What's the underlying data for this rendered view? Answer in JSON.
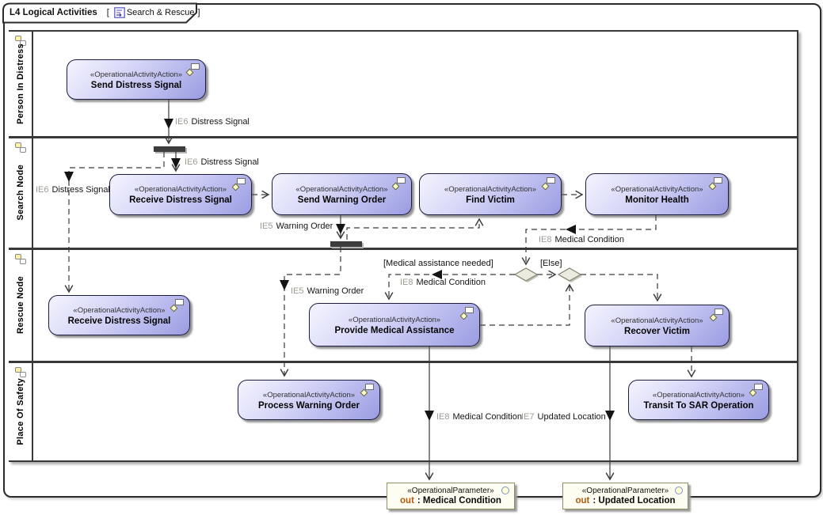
{
  "tab": {
    "title": "L4 Logical Activities",
    "open_bracket": "[",
    "diagram_name": "Search & Rescue",
    "close_bracket": "]"
  },
  "lanes": [
    {
      "label": "Person In Distress"
    },
    {
      "label": "Search Node"
    },
    {
      "label": "Rescue Node"
    },
    {
      "label": "Place Of Safety"
    }
  ],
  "actions": {
    "send_distress_signal": {
      "stereotype": "«OperationalActivityAction»",
      "name": "Send Distress Signal"
    },
    "receive_distress_signal_search": {
      "stereotype": "«OperationalActivityAction»",
      "name": "Receive Distress Signal"
    },
    "send_warning_order": {
      "stereotype": "«OperationalActivityAction»",
      "name": "Send Warning Order"
    },
    "find_victim": {
      "stereotype": "«OperationalActivityAction»",
      "name": "Find Victim"
    },
    "monitor_health": {
      "stereotype": "«OperationalActivityAction»",
      "name": "Monitor Health"
    },
    "receive_distress_signal_rescue": {
      "stereotype": "«OperationalActivityAction»",
      "name": "Receive Distress Signal"
    },
    "provide_medical_assistance": {
      "stereotype": "«OperationalActivityAction»",
      "name": "Provide Medical Assistance"
    },
    "recover_victim": {
      "stereotype": "«OperationalActivityAction»",
      "name": "Recover Victim"
    },
    "process_warning_order": {
      "stereotype": "«OperationalActivityAction»",
      "name": "Process Warning Order"
    },
    "transit_to_sar_operation": {
      "stereotype": "«OperationalActivityAction»",
      "name": "Transit To SAR Operation"
    }
  },
  "parameters": {
    "medical_condition": {
      "stereotype": "«OperationalParameter»",
      "direction": "out",
      "name": ": Medical Condition"
    },
    "updated_location": {
      "stereotype": "«OperationalParameter»",
      "direction": "out",
      "name": ": Updated Location"
    }
  },
  "edge_labels": {
    "ie6_to_fork": {
      "id": "IE6",
      "text": "Distress Signal"
    },
    "ie6_to_search": {
      "id": "IE6",
      "text": "Distress Signal"
    },
    "ie6_to_rescue": {
      "id": "IE6",
      "text": "Distress Signal"
    },
    "ie5_to_fork": {
      "id": "IE5",
      "text": "Warning Order"
    },
    "ie5_to_process": {
      "id": "IE5",
      "text": "Warning Order"
    },
    "ie8_monitor": {
      "id": "IE8",
      "text": "Medical Condition"
    },
    "ie8_decision": {
      "id": "IE8",
      "text": "Medical Condition"
    },
    "ie8_param": {
      "id": "IE8",
      "text": "Medical Condition"
    },
    "ie7_param": {
      "id": "IE7",
      "text": "Updated Location"
    },
    "guard_medical": "[Medical assistance needed]",
    "guard_else": "[Else]"
  },
  "colors": {
    "action_fill_light": "#f4f4fe",
    "action_fill_dark": "#9a9ce2",
    "action_border": "#1c1c40",
    "param_fill": "#fdfdf1",
    "param_border": "#8f8f62",
    "out_keyword": "#b05b10",
    "ie_prefix": "#9c9c94",
    "line": "#3a3a3a"
  }
}
